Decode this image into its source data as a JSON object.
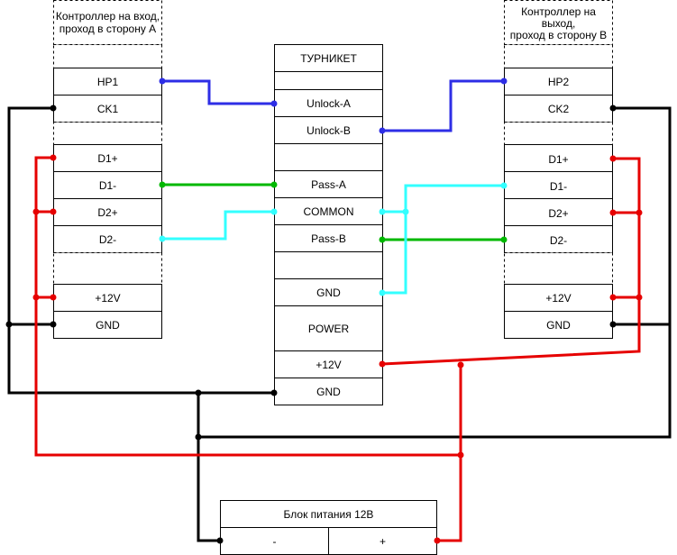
{
  "colors": {
    "blue": "#2e2ee6",
    "green": "#00b800",
    "cyan": "#33ffff",
    "red": "#e60000",
    "black": "#000000"
  },
  "left_controller": {
    "title_line1": "Контроллер на вход,",
    "title_line2": "проход в сторону А",
    "hp": "HP1",
    "ck": "CK1",
    "d1p": "D1+",
    "d1m": "D1-",
    "d2p": "D2+",
    "d2m": "D2-",
    "v12": "+12V",
    "gnd": "GND"
  },
  "right_controller": {
    "title_line1": "Контроллер на",
    "title_line2": "выход,",
    "title_line3": "проход в сторону В",
    "hp": "HP2",
    "ck": "CK2",
    "d1p": "D1+",
    "d1m": "D1-",
    "d2p": "D2+",
    "d2m": "D2-",
    "v12": "+12V",
    "gnd": "GND"
  },
  "turnstile": {
    "title": "ТУРНИКЕТ",
    "unlock_a": "Unlock-A",
    "unlock_b": "Unlock-B",
    "pass_a": "Pass-A",
    "common": "COMMON",
    "pass_b": "Pass-B",
    "gnd_signal": "GND",
    "power": "POWER",
    "v12": "+12V",
    "gnd_power": "GND"
  },
  "power_supply": {
    "title": "Блок питания 12В",
    "minus": "-",
    "plus": "+"
  }
}
